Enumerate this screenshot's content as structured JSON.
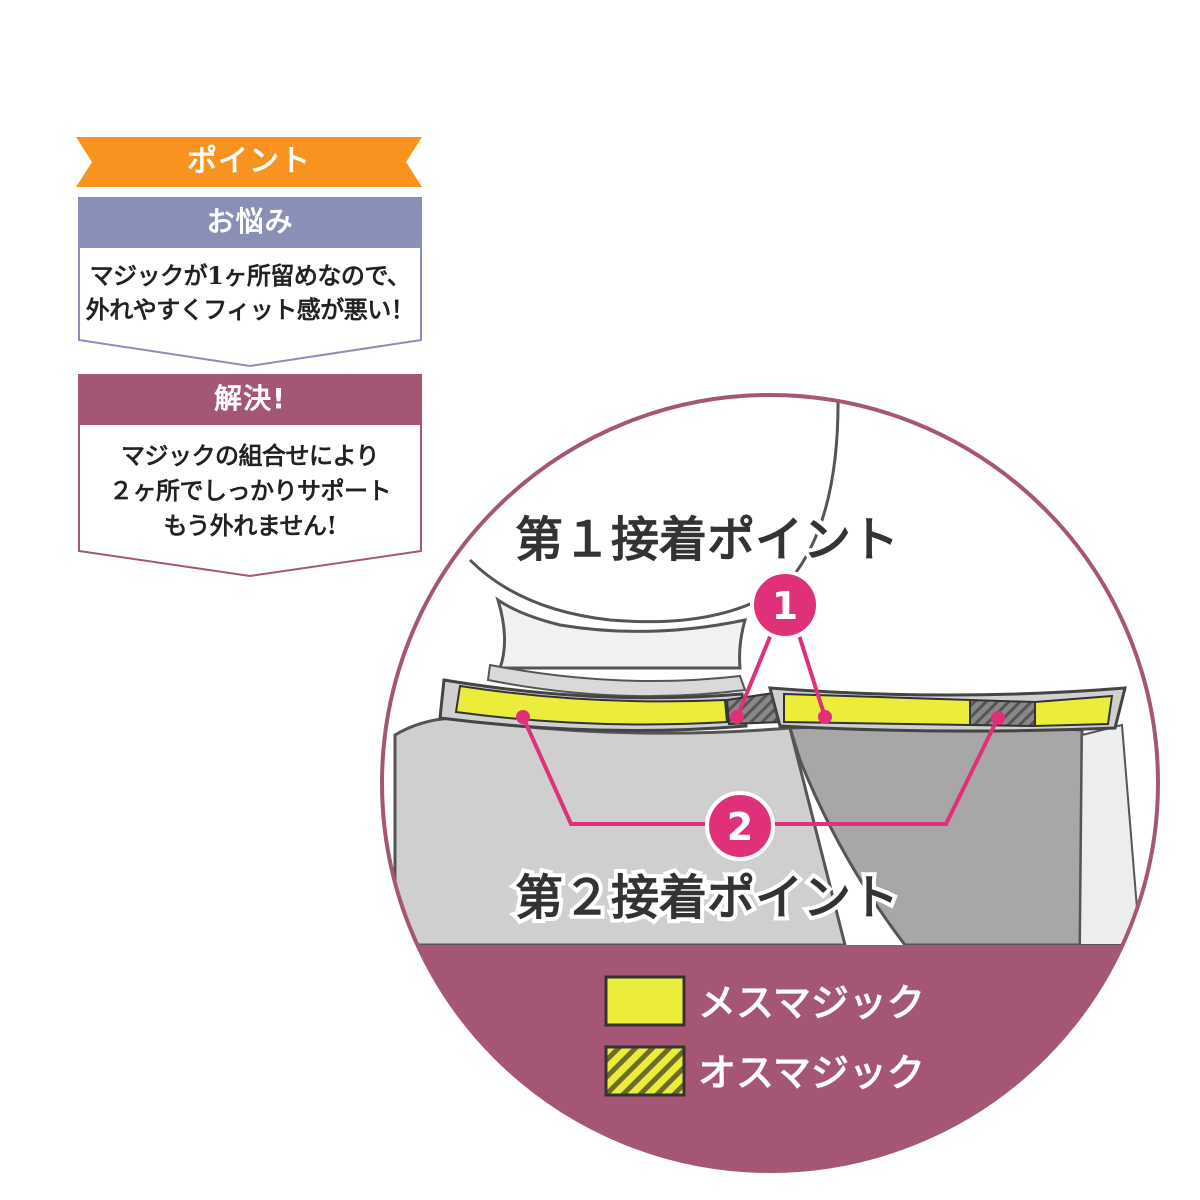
{
  "point_banner": {
    "label": "ポイント"
  },
  "problem": {
    "header": "お悩み",
    "lines": [
      "マジックが1ヶ所留めなので、",
      "外れやすくフィット感が悪い！"
    ]
  },
  "solution": {
    "header": "解決!",
    "lines": [
      "マジックの組合せにより",
      "２ヶ所でしっかりサポート",
      "もう外れません!"
    ]
  },
  "diagram": {
    "label_point1": "第１接着ポイント",
    "label_point2": "第２接着ポイント",
    "marker1": "1",
    "marker2": "2",
    "legend": [
      {
        "label": "メスマジック",
        "pattern": "solid"
      },
      {
        "label": "オスマジック",
        "pattern": "hatched"
      }
    ]
  },
  "colors": {
    "banner_orange": "#f7931e",
    "problem_blue": "#8a8fb8",
    "solution_mauve": "#a65675",
    "marker_pink": "#e0307a",
    "velcro_yellow": "#ecec3a"
  }
}
